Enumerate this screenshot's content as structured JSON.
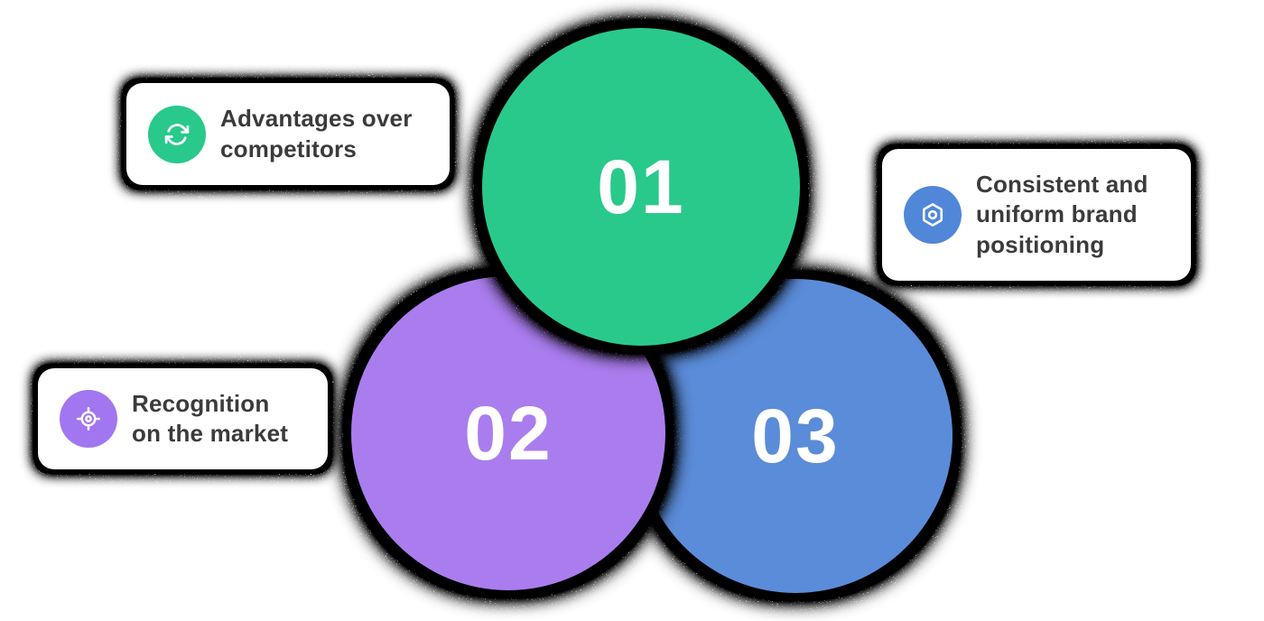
{
  "diagram": {
    "background": "#ffffff",
    "number_text_color": "#ffffff",
    "label_text_color": "#3B3B3B"
  },
  "circles": [
    {
      "number": "01",
      "color": "#29C98C"
    },
    {
      "number": "02",
      "color": "#AA7DEE"
    },
    {
      "number": "03",
      "color": "#5B8CD9"
    }
  ],
  "cards": [
    {
      "label": "Advantages over\ncompetitors",
      "icon": "refresh-icon",
      "icon_color": "#29C98C"
    },
    {
      "label": "Consistent and\nuniform brand\npositioning",
      "icon": "hexagon-nut-icon",
      "icon_color": "#5087D8"
    },
    {
      "label": "Recognition\non the market",
      "icon": "target-icon",
      "icon_color": "#A276F0"
    }
  ]
}
